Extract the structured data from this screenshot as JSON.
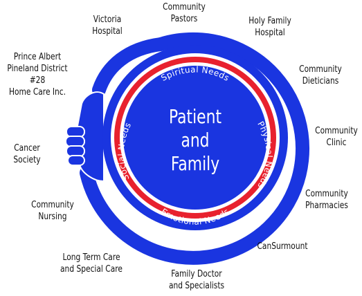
{
  "colors": {
    "blue": "#1a35e0",
    "red": "#e8212e",
    "white": "#ffffff",
    "text": "#111111"
  },
  "center": {
    "line1": "Patient",
    "line2": "and",
    "line3": "Family"
  },
  "needs": {
    "spiritual": "Spiritual Needs",
    "physical": "Physical Needs",
    "emotional": "Emotional Needs",
    "social": "Social Needs"
  },
  "partners": [
    {
      "line1": "Victoria",
      "line2": "Hospital"
    },
    {
      "line1": "Community",
      "line2": "Pastors"
    },
    {
      "line1": "Holy Family",
      "line2": "Hospital"
    },
    {
      "line1": "Community",
      "line2": "Dieticians"
    },
    {
      "line1": "Community",
      "line2": "Clinic"
    },
    {
      "line1": "Community",
      "line2": "Pharmacies"
    },
    {
      "line1": "CanSurmount",
      "line2": ""
    },
    {
      "line1": "Family Doctor",
      "line2": "and Specialists"
    },
    {
      "line1": "Long Term Care",
      "line2": "and Special Care"
    },
    {
      "line1": "Community",
      "line2": "Nursing"
    },
    {
      "line1": "Cancer",
      "line2": "Society"
    }
  ],
  "home_care": {
    "line1": "Prince Albert",
    "line2": "Pineland District",
    "line3": "#28",
    "line4": "Home Care Inc."
  }
}
